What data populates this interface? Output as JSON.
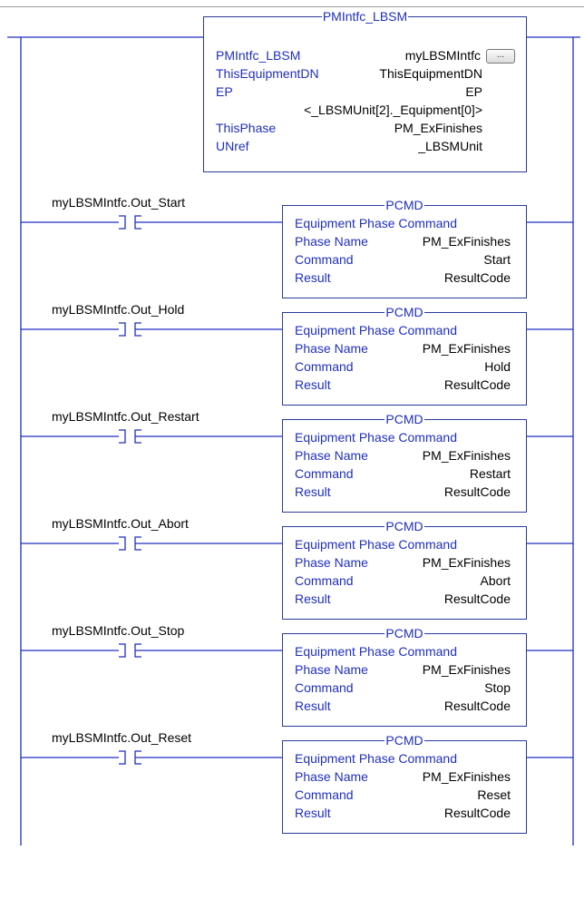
{
  "aoi_block": {
    "title": "PMIntfc_LBSM",
    "rows": [
      {
        "label": "PMIntfc_LBSM",
        "value": "myLBSMIntfc"
      },
      {
        "label": "ThisEquipmentDN",
        "value": "ThisEquipmentDN"
      },
      {
        "label": "EP",
        "value": "EP"
      },
      {
        "label": "",
        "value": "<_LBSMUnit[2]._Equipment[0]>"
      },
      {
        "label": "ThisPhase",
        "value": "PM_ExFinishes"
      },
      {
        "label": "UNref",
        "value": "_LBSMUnit"
      }
    ],
    "ellipsis_button": "..."
  },
  "rungs": [
    {
      "contact_tag": "myLBSMIntfc.Out_Start",
      "block_title": "PCMD",
      "header": "Equipment Phase Command",
      "phase_label": "Phase Name",
      "phase_value": "PM_ExFinishes",
      "command_label": "Command",
      "command_value": "Start",
      "result_label": "Result",
      "result_value": "ResultCode"
    },
    {
      "contact_tag": "myLBSMIntfc.Out_Hold",
      "block_title": "PCMD",
      "header": "Equipment Phase Command",
      "phase_label": "Phase Name",
      "phase_value": "PM_ExFinishes",
      "command_label": "Command",
      "command_value": "Hold",
      "result_label": "Result",
      "result_value": "ResultCode"
    },
    {
      "contact_tag": "myLBSMIntfc.Out_Restart",
      "block_title": "PCMD",
      "header": "Equipment Phase Command",
      "phase_label": "Phase Name",
      "phase_value": "PM_ExFinishes",
      "command_label": "Command",
      "command_value": "Restart",
      "result_label": "Result",
      "result_value": "ResultCode"
    },
    {
      "contact_tag": "myLBSMIntfc.Out_Abort",
      "block_title": "PCMD",
      "header": "Equipment Phase Command",
      "phase_label": "Phase Name",
      "phase_value": "PM_ExFinishes",
      "command_label": "Command",
      "command_value": "Abort",
      "result_label": "Result",
      "result_value": "ResultCode"
    },
    {
      "contact_tag": "myLBSMIntfc.Out_Stop",
      "block_title": "PCMD",
      "header": "Equipment Phase Command",
      "phase_label": "Phase Name",
      "phase_value": "PM_ExFinishes",
      "command_label": "Command",
      "command_value": "Stop",
      "result_label": "Result",
      "result_value": "ResultCode"
    },
    {
      "contact_tag": "myLBSMIntfc.Out_Reset",
      "block_title": "PCMD",
      "header": "Equipment Phase Command",
      "phase_label": "Phase Name",
      "phase_value": "PM_ExFinishes",
      "command_label": "Command",
      "command_value": "Reset",
      "result_label": "Result",
      "result_value": "ResultCode"
    }
  ],
  "colors": {
    "label_blue": "#1f2fbf",
    "box_border": "#2a3a9c",
    "wire": "#1f2fbf"
  }
}
